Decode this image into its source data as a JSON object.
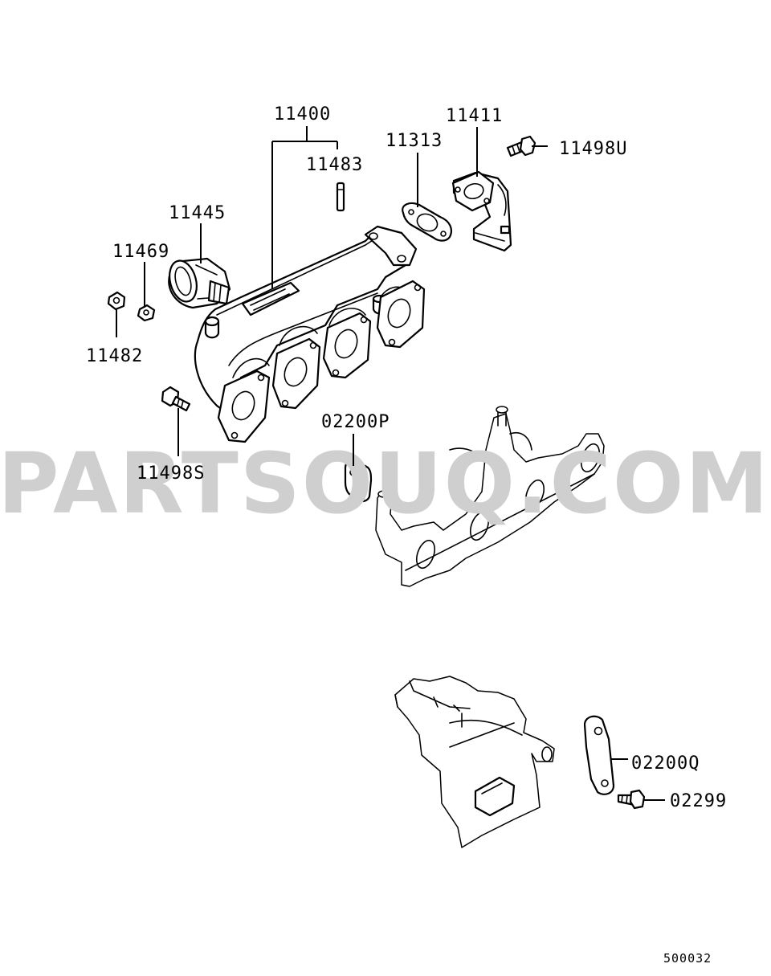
{
  "watermark": "PARTSOUQ.COM",
  "diagram_code": "500032",
  "callouts": {
    "c11400": "11400",
    "c11411": "11411",
    "c11313": "11313",
    "c11498U": "11498U",
    "c11483": "11483",
    "c11445": "11445",
    "c11469": "11469",
    "c11482": "11482",
    "c11498S": "11498S",
    "c02200P": "02200P",
    "c02200Q": "02200Q",
    "c02299": "02299"
  }
}
